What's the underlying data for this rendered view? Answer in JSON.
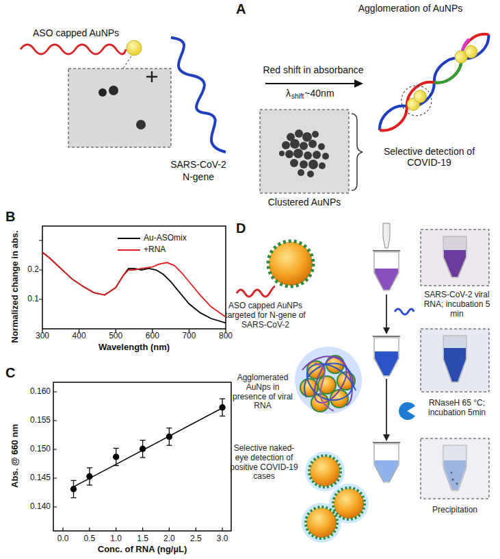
{
  "diagram": {
    "labels": [
      "A",
      "Agglomeration of AuNPs",
      "ASO capped AuNPs",
      "Red shift in absorbance",
      "λ",
      "shift",
      "~40nm",
      "SARS-CoV-2",
      "N-gene",
      "Clustered AuNPs",
      "Selective detection of COVID-19",
      "B",
      "0.1",
      "0.2",
      "300",
      "400",
      "500",
      "600",
      "700",
      "800",
      "Wavelength (nm)",
      "Normalized change in abs.",
      "C",
      "0.160",
      "0.155",
      "0.150",
      "0.145",
      "0.140",
      "0.0",
      "0.5",
      "1.0",
      "1.5",
      "2.0",
      "2.5",
      "3.0",
      "Conc. of RNA (ng/µL)",
      "Abs. @ 660 nm",
      "D",
      "ASO capped AuNPs targeted for N-gene of SARS-CoV-2",
      "SARS-CoV-2 viral RNA; incubation 5 min",
      "Agglomerated AuNps in presence of viral RNA",
      "RNaseH 65 °C; incubation 5min",
      "Selective naked-eye detection of positive COVID-19 cases",
      "Precipitation"
    ],
    "legend": [
      {
        "text": "Au-ASOmix"
      },
      {
        "text": "+RNA"
      }
    ]
  }
}
